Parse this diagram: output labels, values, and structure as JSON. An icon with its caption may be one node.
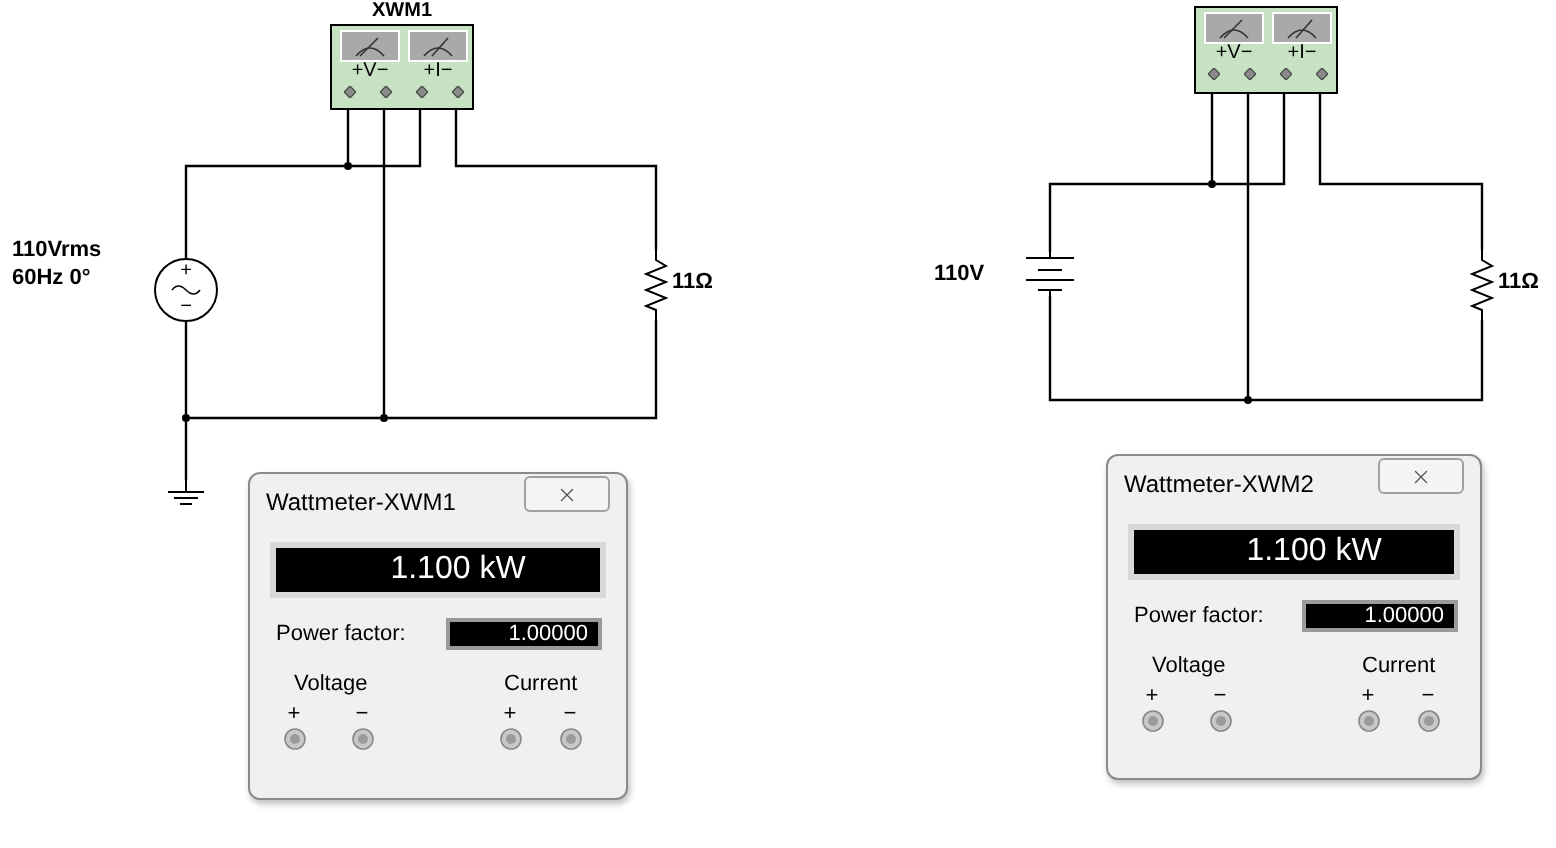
{
  "diagram": {
    "nodes": [
      {
        "text": [
          "XWM1",
          "+V−",
          "+I−"
        ]
      },
      {
        "text": [
          "+",
          "−"
        ],
        "beside": [
          "110Vrms 60Hz 0°"
        ]
      },
      {
        "text": [],
        "shape": "circle"
      },
      {
        "text": [],
        "shape": "circle"
      },
      {
        "text": [],
        "shape": "circle"
      },
      {
        "text": [],
        "shape": "resistor",
        "beside": [
          "11Ω"
        ]
      },
      {
        "text": [],
        "shape": "ground"
      },
      {
        "text": [
          "+V−",
          "+I−"
        ]
      },
      {
        "text": [],
        "shape": "battery",
        "beside": [
          "110V"
        ]
      },
      {
        "text": [],
        "shape": "circle"
      },
      {
        "text": [],
        "shape": "circle"
      },
      {
        "text": [],
        "shape": "resistor",
        "beside": [
          "11Ω"
        ]
      },
      {
        "text": [
          "Wattmeter-XWM1",
          "Power factor:",
          "Voltage",
          "Current",
          "+",
          "−",
          "+",
          "−"
        ]
      },
      {
        "text": [
          "1.100 kW"
        ],
        "in": 12
      },
      {
        "text": [
          "1.00000"
        ],
        "in": 12
      },
      {
        "text": [
          "Wattmeter-XWM2",
          "Power factor:",
          "Voltage",
          "Current",
          "+",
          "−",
          "+",
          "−"
        ]
      },
      {
        "text": [
          "1.100 kW"
        ],
        "in": 15
      },
      {
        "text": [
          "1.00000"
        ],
        "in": 15
      }
    ],
    "edges": [
      {
        "from": 0,
        "to": 2,
        "arrow": "none"
      },
      {
        "from": 2,
        "to": 1,
        "arrow": "none"
      },
      {
        "from": 0,
        "to": 2,
        "arrow": "none"
      },
      {
        "from": 0,
        "to": 5,
        "arrow": "none"
      },
      {
        "from": 0,
        "to": 4,
        "arrow": "none"
      },
      {
        "from": 5,
        "to": 4,
        "arrow": "none"
      },
      {
        "from": 4,
        "to": 3,
        "arrow": "none"
      },
      {
        "from": 1,
        "to": 3,
        "arrow": "none"
      },
      {
        "from": 3,
        "to": 6,
        "arrow": "none"
      },
      {
        "from": 7,
        "to": 9,
        "arrow": "none"
      },
      {
        "from": 9,
        "to": 8,
        "arrow": "none"
      },
      {
        "from": 7,
        "to": 9,
        "arrow": "none"
      },
      {
        "from": 7,
        "to": 11,
        "arrow": "none"
      },
      {
        "from": 7,
        "to": 10,
        "arrow": "none"
      },
      {
        "from": 11,
        "to": 10,
        "arrow": "none"
      },
      {
        "from": 10,
        "to": 8,
        "arrow": "none"
      }
    ]
  }
}
